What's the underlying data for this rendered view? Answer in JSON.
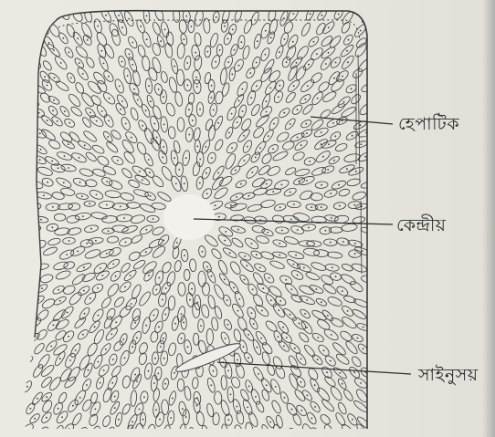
{
  "figure": {
    "labels": [
      {
        "id": "hepatic",
        "text": "হেপাটিক"
      },
      {
        "id": "central",
        "text": "কেন্দ্রীয়"
      },
      {
        "id": "sinusoid",
        "text": "সাইনুসয়"
      }
    ]
  },
  "colors": {
    "paper": "#ebe8e1",
    "ink": "#3a3a3a"
  }
}
